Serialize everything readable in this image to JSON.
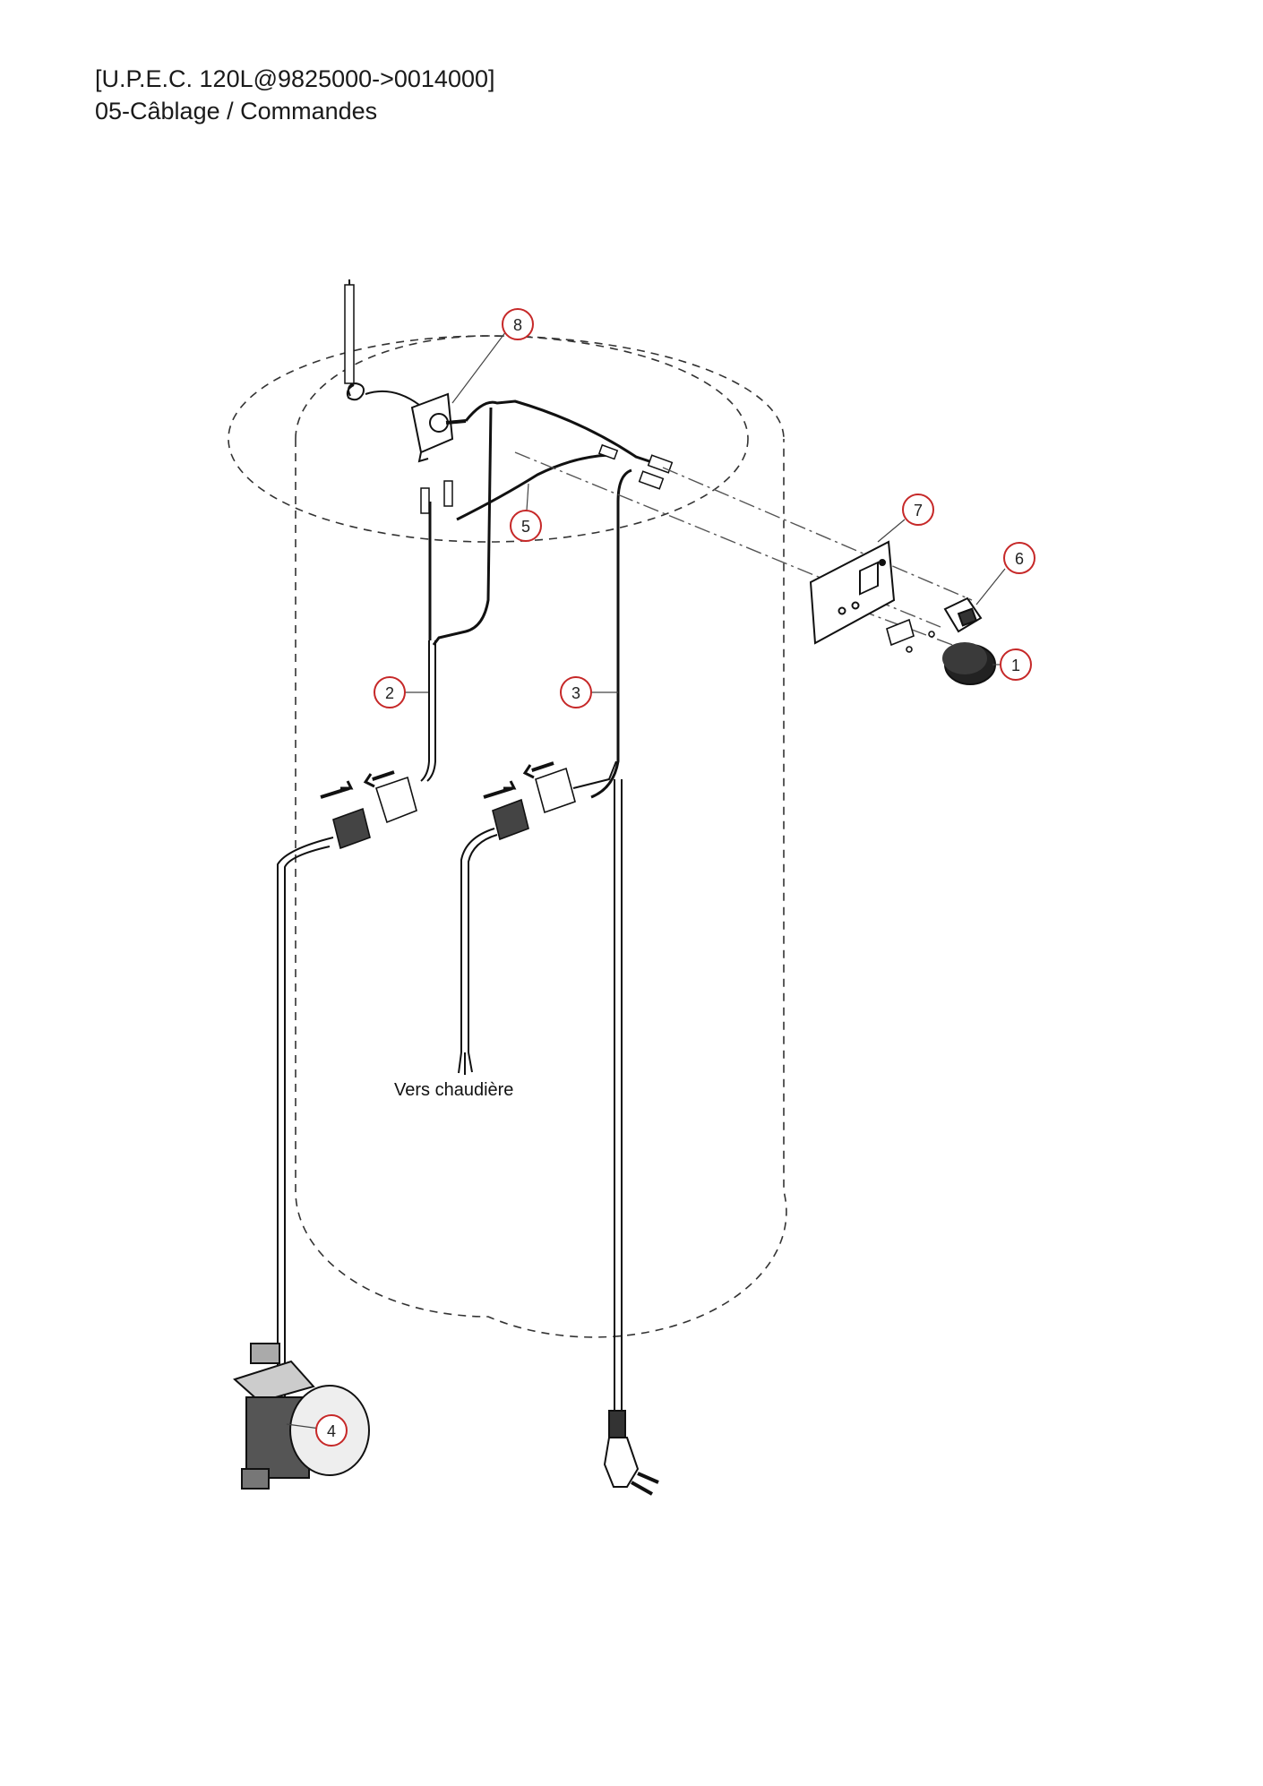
{
  "header": {
    "line1": "[U.P.E.C. 120L@9825000->0014000]",
    "line2": "05-Câblage / Commandes"
  },
  "annotations": {
    "boiler": "Vers chaudière"
  },
  "callouts": [
    {
      "id": "c1",
      "label": "1"
    },
    {
      "id": "c2",
      "label": "2"
    },
    {
      "id": "c3",
      "label": "3"
    },
    {
      "id": "c4",
      "label": "4"
    },
    {
      "id": "c5",
      "label": "5"
    },
    {
      "id": "c6",
      "label": "6"
    },
    {
      "id": "c7",
      "label": "7"
    },
    {
      "id": "c8",
      "label": "8"
    }
  ],
  "colors": {
    "callout": "#c62828",
    "line": "#111111"
  }
}
